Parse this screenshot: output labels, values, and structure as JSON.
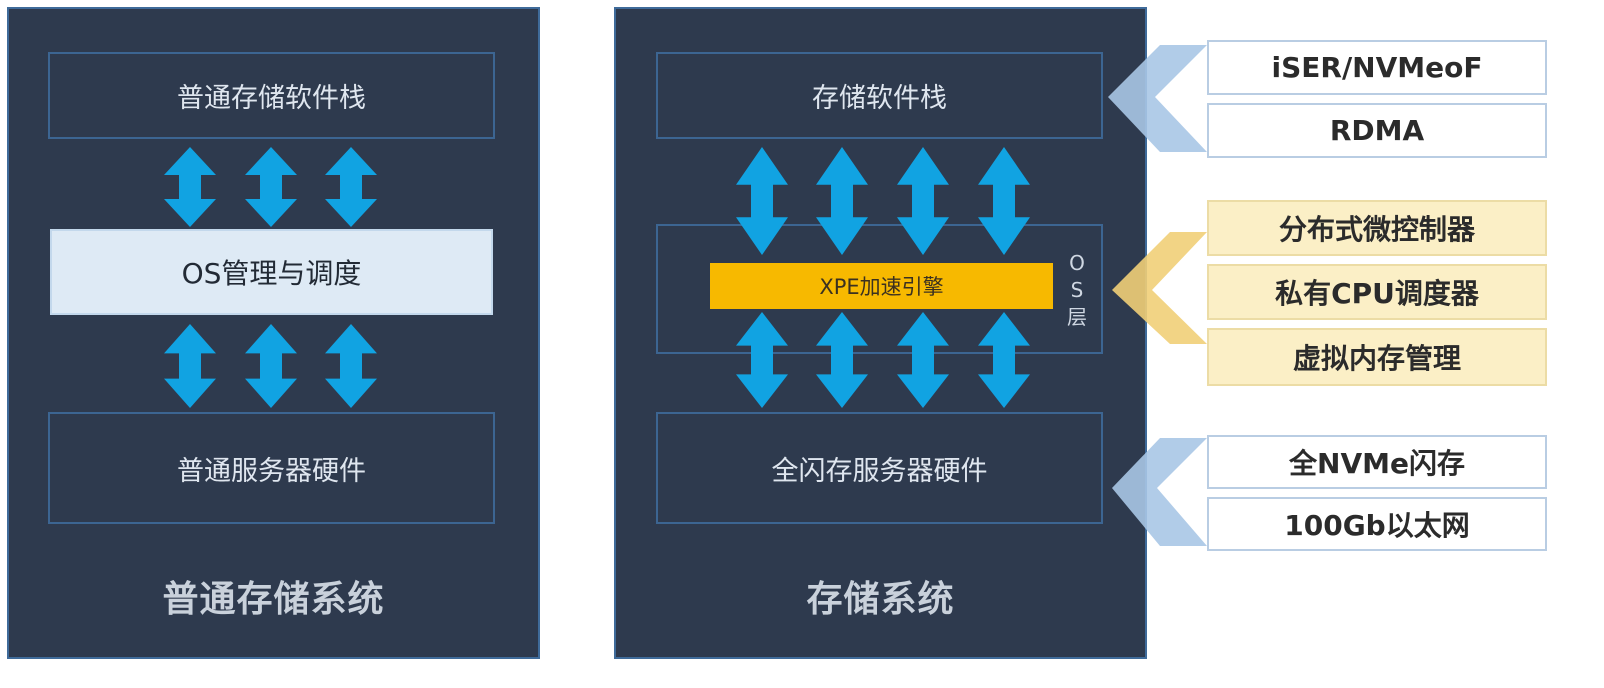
{
  "left_system": {
    "title": "普通存储系统",
    "top_layer": "普通存储软件栈",
    "middle_layer": "OS管理与调度",
    "bottom_layer": "普通服务器硬件"
  },
  "right_system": {
    "title": "存储系统",
    "top_layer": "存储软件栈",
    "engine": "XPE加速引擎",
    "os_layer_label": "OS层",
    "bottom_layer": "全闪存服务器硬件"
  },
  "features": {
    "software": [
      "iSER/NVMeoF",
      "RDMA"
    ],
    "os": [
      "分布式微控制器",
      "私有CPU调度器",
      "虚拟内存管理"
    ],
    "hardware": [
      "全NVMe闪存",
      "100Gb以太网"
    ]
  },
  "colors": {
    "panel_bg": "#2e3a4e",
    "arrow": "#11a3e2",
    "engine": "#f7b900",
    "bracket_blue": "#a9c7e6",
    "bracket_yellow": "#f1cf78"
  }
}
